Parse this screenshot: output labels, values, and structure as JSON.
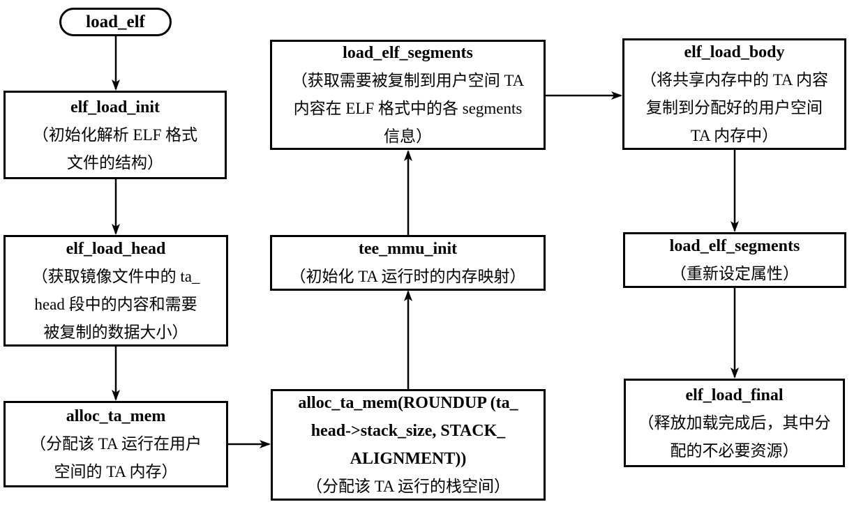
{
  "diagram": {
    "background_color": "#ffffff",
    "line_color": "#000000",
    "nodes": {
      "load_elf": {
        "title": "load_elf"
      },
      "elf_load_init": {
        "title": "elf_load_init",
        "desc": [
          "（初始化解析 ELF 格式",
          "文件的结构）"
        ]
      },
      "elf_load_head": {
        "title": "elf_load_head",
        "desc": [
          "（获取镜像文件中的 ta_",
          "head 段中的内容和需要",
          "被复制的数据大小）"
        ]
      },
      "alloc_ta_mem": {
        "title": "alloc_ta_mem",
        "desc": [
          "（分配该 TA 运行在用户",
          "空间的 TA 内存）"
        ]
      },
      "alloc_ta_mem_roundup": {
        "title": [
          "alloc_ta_mem(ROUNDUP (ta_",
          "head->stack_size, STACK_",
          "ALIGNMENT))"
        ],
        "desc": [
          "（分配该 TA 运行的栈空间）"
        ]
      },
      "tee_mmu_init": {
        "title": "tee_mmu_init",
        "desc": [
          "（初始化 TA 运行时的内存映射）"
        ]
      },
      "load_elf_segments_mid": {
        "title": "load_elf_segments",
        "desc": [
          "（获取需要被复制到用户空间 TA",
          "内容在 ELF 格式中的各 segments",
          "信息）"
        ]
      },
      "elf_load_body": {
        "title": "elf_load_body",
        "desc": [
          "（将共享内存中的 TA 内容",
          "复制到分配好的用户空间",
          "TA 内存中）"
        ]
      },
      "load_elf_segments_right": {
        "title": "load_elf_segments",
        "desc": [
          "（重新设定属性）"
        ]
      },
      "elf_load_final": {
        "title": "elf_load_final",
        "desc": [
          "（释放加载完成后，其中分",
          "配的不必要资源）"
        ]
      }
    },
    "edges": [
      {
        "from": "load_elf",
        "to": "elf_load_init"
      },
      {
        "from": "elf_load_init",
        "to": "elf_load_head"
      },
      {
        "from": "elf_load_head",
        "to": "alloc_ta_mem"
      },
      {
        "from": "alloc_ta_mem",
        "to": "alloc_ta_mem_roundup"
      },
      {
        "from": "alloc_ta_mem_roundup",
        "to": "tee_mmu_init"
      },
      {
        "from": "tee_mmu_init",
        "to": "load_elf_segments_mid"
      },
      {
        "from": "load_elf_segments_mid",
        "to": "elf_load_body"
      },
      {
        "from": "elf_load_body",
        "to": "load_elf_segments_right"
      },
      {
        "from": "load_elf_segments_right",
        "to": "elf_load_final"
      }
    ]
  }
}
